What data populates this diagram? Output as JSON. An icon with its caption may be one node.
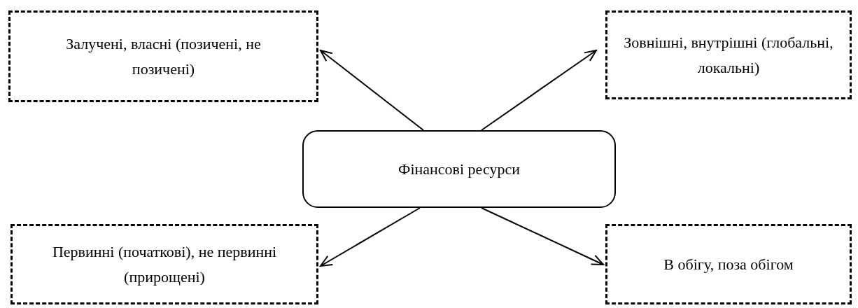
{
  "diagram": {
    "nodes": [
      {
        "text": [
          "Фінансові ресурси"
        ]
      },
      {
        "text": [
          "Залучені, власні (позичені, не позичені)"
        ]
      },
      {
        "text": [
          "Зовнішні, внутрішні (глобальні, локальні)"
        ]
      },
      {
        "text": [
          "Первинні (початкові), не первинні (прирощені)"
        ]
      },
      {
        "text": [
          "В обігу, поза обігом"
        ]
      }
    ],
    "edges": [
      {
        "from": 0,
        "to": 1,
        "arrow": "to"
      },
      {
        "from": 0,
        "to": 2,
        "arrow": "to"
      },
      {
        "from": 0,
        "to": 3,
        "arrow": "to"
      },
      {
        "from": 0,
        "to": 4,
        "arrow": "to"
      }
    ]
  }
}
